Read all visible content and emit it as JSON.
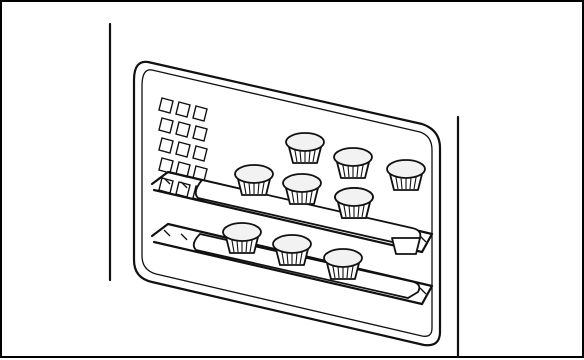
{
  "figure": {
    "subject": "oven-with-two-racks-of-muffins",
    "upper_tray_muffins": 7,
    "lower_tray_muffins": 3
  },
  "colors": {
    "line": "#111111",
    "background": "#ffffff"
  }
}
